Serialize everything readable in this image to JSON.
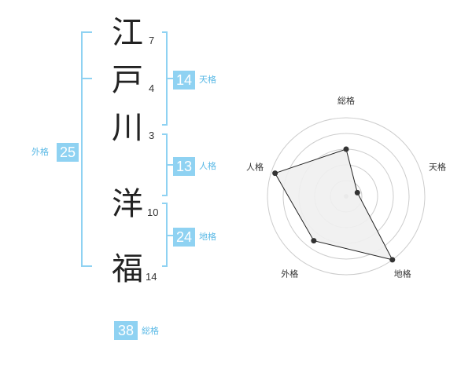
{
  "name": {
    "chars": [
      {
        "char": "江",
        "strokes": "7"
      },
      {
        "char": "戸",
        "strokes": "4"
      },
      {
        "char": "川",
        "strokes": "3"
      },
      {
        "char": "洋",
        "strokes": "10"
      },
      {
        "char": "福",
        "strokes": "14"
      }
    ]
  },
  "kaku": {
    "tenkaku": {
      "value": "14",
      "label": "天格"
    },
    "jinkaku": {
      "value": "13",
      "label": "人格"
    },
    "chikaku": {
      "value": "24",
      "label": "地格"
    },
    "gaikaku": {
      "value": "25",
      "label": "外格"
    },
    "soukaku": {
      "value": "38",
      "label": "総格"
    }
  },
  "chart_data": {
    "type": "radar",
    "axes": [
      "総格",
      "天格",
      "地格",
      "外格",
      "人格"
    ],
    "values": [
      0.6,
      0.15,
      1.0,
      0.7,
      0.95
    ],
    "rings": 5,
    "fill_color": "#f0f0f0",
    "line_color": "#222222",
    "ring_color": "#cccccc"
  }
}
